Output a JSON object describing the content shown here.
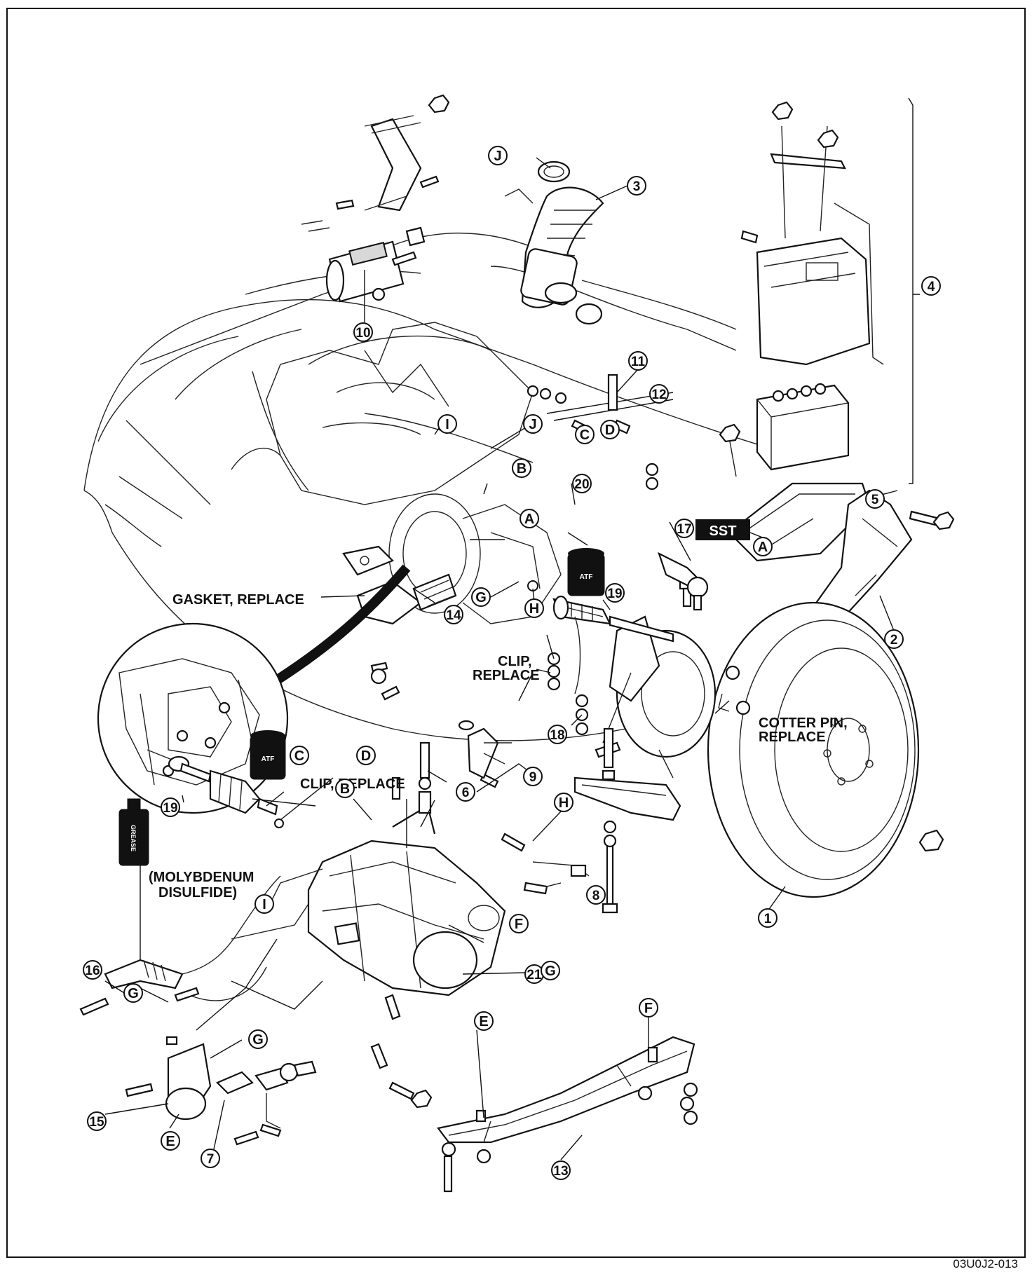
{
  "figure_code": "03U0J2-013",
  "labels": {
    "gasket": "GASKET, REPLACE",
    "clip_replace_1": "CLIP,",
    "clip_replace_2": "REPLACE",
    "clip_replace_top": "CLIP, REPLACE",
    "cotter_1": "COTTER PIN,",
    "cotter_2": "REPLACE",
    "moly_1": "(MOLYBDENUM",
    "moly_2": "DISULFIDE)",
    "sst": "SST",
    "atf": "ATF",
    "grease": "GREASE"
  },
  "part_numbers": [
    "1",
    "2",
    "3",
    "4",
    "5",
    "6",
    "7",
    "8",
    "9",
    "10",
    "11",
    "12",
    "13",
    "14",
    "15",
    "16",
    "17",
    "18",
    "19",
    "20",
    "21"
  ],
  "refs": [
    "A",
    "B",
    "C",
    "D",
    "E",
    "F",
    "G",
    "H",
    "I",
    "J"
  ]
}
